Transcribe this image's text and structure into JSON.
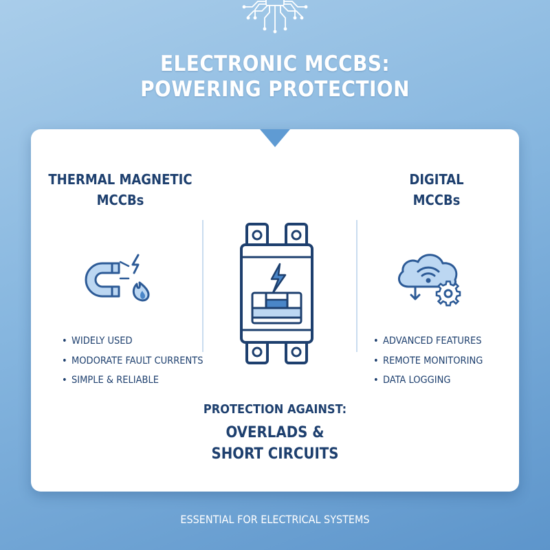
{
  "header": {
    "title_line1": "ELECTRONIC MCCBS:",
    "title_line2": "POWERING PROTECTION",
    "icon": "circuit-chip-icon"
  },
  "left": {
    "title_line1": "THERMAL MAGNETIC",
    "title_line2": "MCCBs",
    "icon": "magnet-fire-icon",
    "bullets": [
      "WIDELY USED",
      "MODORATE FAULT CURRENTS",
      "SIMPLE & RELIABLE"
    ]
  },
  "center": {
    "icon": "circuit-breaker-icon",
    "protection_heading": "PROTECTION AGAINST:",
    "protection_line1": "OVERLADS &",
    "protection_line2": "SHORT CIRCUITS"
  },
  "right": {
    "title_line1": "DIGITAL",
    "title_line2": "MCCBs",
    "icon": "cloud-wifi-gear-icon",
    "bullets": [
      "ADVANCED FEATURES",
      "REMOTE MONITORING",
      "DATA LOGGING"
    ]
  },
  "footer": {
    "text": "ESSENTIAL FOR ELECTRICAL SYSTEMS"
  },
  "colors": {
    "navy": "#1d3f6e",
    "accent": "#4a86c8",
    "light_fill": "#bcd7f2",
    "background": "#86b6df"
  }
}
